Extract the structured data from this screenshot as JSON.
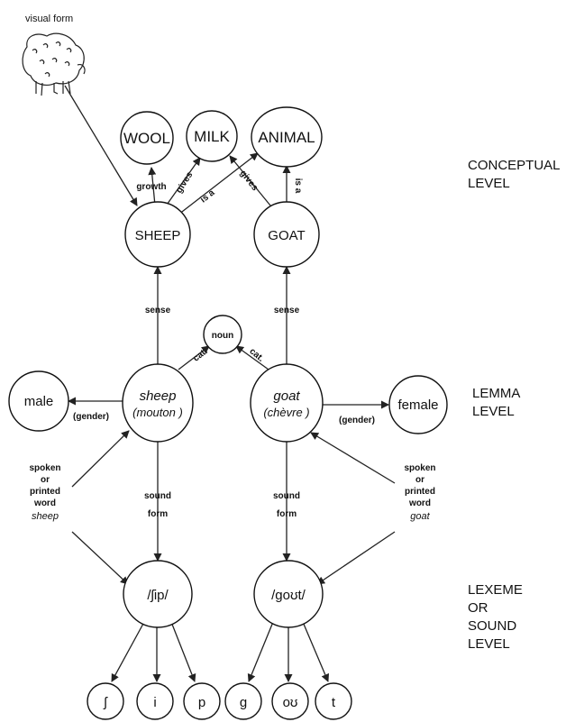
{
  "visual_form_label": "visual form",
  "nodes": {
    "wool": "WOOL",
    "milk": "MILK",
    "animal": "ANIMAL",
    "sheep_concept": "SHEEP",
    "goat_concept": "GOAT",
    "noun": "noun",
    "male": "male",
    "female": "female",
    "sheep_lemma": "sheep",
    "sheep_lemma_fr": "(mouton )",
    "goat_lemma": "goat",
    "goat_lemma_fr": "(chèvre )",
    "sheep_lexeme": "/ʃip/",
    "goat_lexeme": "/goʊt/",
    "ph_sh": "ʃ",
    "ph_i": "i",
    "ph_p": "p",
    "ph_g": "g",
    "ph_ou": "oʊ",
    "ph_t": "t"
  },
  "edge_labels": {
    "growth": "growth",
    "gives_sheep": "gives",
    "isa_sheep": "is a",
    "gives_goat": "gives",
    "isa_goat": "is a",
    "sense_sheep": "sense",
    "sense_goat": "sense",
    "cat_sheep": "cat.",
    "cat_goat": "cat.",
    "gender_sheep": "(gender)",
    "gender_goat": "(gender)",
    "sound_sheep": "sound",
    "form_sheep": "form",
    "sound_goat": "sound",
    "form_goat": "form"
  },
  "inputs": {
    "sheep_lines": [
      "spoken",
      "or",
      "printed",
      "word"
    ],
    "sheep_word": "sheep",
    "goat_lines": [
      "spoken",
      "or",
      "printed",
      "word"
    ],
    "goat_word": "goat"
  },
  "levels": {
    "conceptual": [
      "CONCEPTUAL",
      "LEVEL"
    ],
    "lemma": [
      "LEMMA",
      "LEVEL"
    ],
    "lexeme": [
      "LEXEME",
      "OR",
      "SOUND",
      "LEVEL"
    ]
  }
}
